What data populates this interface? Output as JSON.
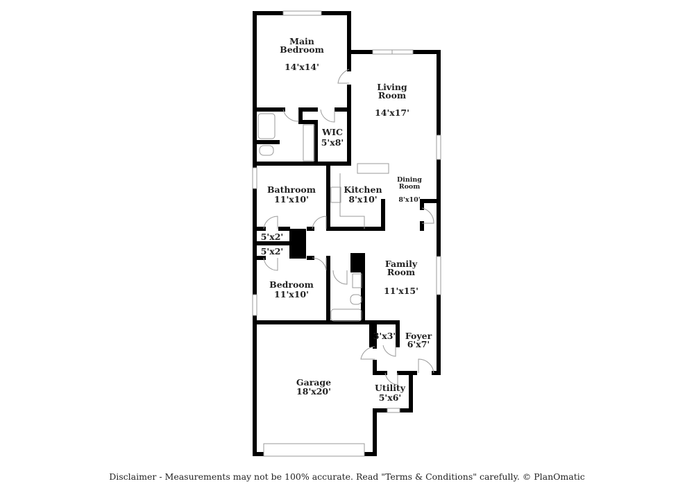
{
  "rooms": [
    {
      "name": "Main Bedroom",
      "size": "14'x14'"
    },
    {
      "name": "Living Room",
      "size": "14'x17'"
    },
    {
      "name": "WIC",
      "size": "5'x8'"
    },
    {
      "name": "Bathroom",
      "size": "11'x10'"
    },
    {
      "name": "Kitchen",
      "size": "8'x10'"
    },
    {
      "name": "Dining Room",
      "size": "8'x10'"
    },
    {
      "name": "",
      "size": "5'x2'"
    },
    {
      "name": "",
      "size": "5'x2'"
    },
    {
      "name": "Family Room",
      "size": "11'x15'"
    },
    {
      "name": "Bedroom",
      "size": "11'x10'"
    },
    {
      "name": "",
      "size": "3'x3'"
    },
    {
      "name": "Foyer",
      "size": "6'x7'"
    },
    {
      "name": "Garage",
      "size": "18'x20'"
    },
    {
      "name": "Utility",
      "size": "5'x6'"
    }
  ],
  "disclaimer": "Disclaimer - Measurements may not be 100% accurate. Read \"Terms & Conditions\" carefully. © PlanOmatic",
  "colors": {
    "wall": "#000000",
    "fixture": "#999999"
  }
}
